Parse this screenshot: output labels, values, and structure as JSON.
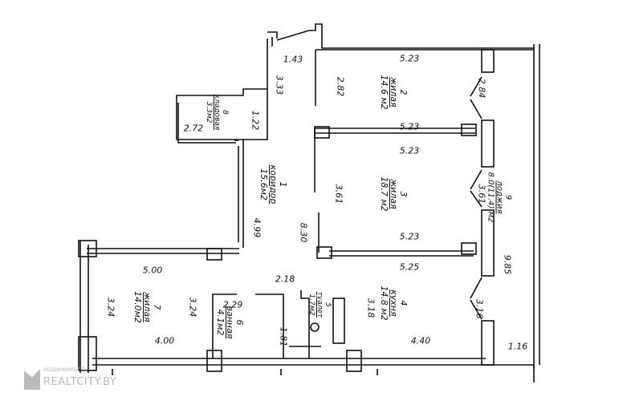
{
  "rooms": [
    {
      "number": "1",
      "name": "коридор",
      "area": "15.6м2"
    },
    {
      "number": "2",
      "name": "жилая",
      "area": "14.6 м2"
    },
    {
      "number": "3",
      "name": "жилая",
      "area": "18.7 м2"
    },
    {
      "number": "4",
      "name": "кухня",
      "area": "14.8 м2"
    },
    {
      "number": "5",
      "name": "туалет",
      "area": "1.7м2"
    },
    {
      "number": "6",
      "name": "ванная",
      "area": "4.1м2"
    },
    {
      "number": "7",
      "name": "жилая",
      "area": "14.0м2"
    },
    {
      "number": "8",
      "name": "кладовая",
      "area": "3.3м2"
    },
    {
      "number": "9",
      "name": "лоджия",
      "area": "8.0(11.4) м2"
    }
  ],
  "dimensions": {
    "d143": "1.43",
    "d523a": "5.23",
    "d333": "3.33",
    "d282": "2.82",
    "d284": "2.84",
    "d122": "1.22",
    "d272": "2.72",
    "d523b": "5.23",
    "d523c": "5.23",
    "d361a": "3.61",
    "d361b": "3.61",
    "d499": "4.99",
    "d830": "8.30",
    "d523d": "5.23",
    "d500": "5.00",
    "d525": "5.25",
    "d985": "9.85",
    "d218": "2.18",
    "d324a": "3.24",
    "d324b": "3.24",
    "d229": "2.29",
    "d181": "1.81",
    "d318": "3.18",
    "d316": "3.16",
    "d400": "4.00",
    "d440": "4.40",
    "d116": "1.16"
  },
  "watermark": {
    "small": "НЕДВИЖИМОСТЬ",
    "big": "REALTCITY.BY"
  }
}
